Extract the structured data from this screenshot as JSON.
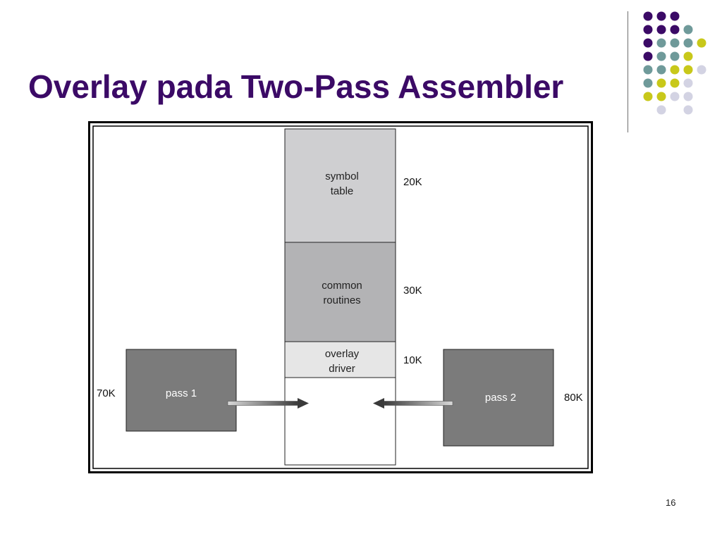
{
  "slide": {
    "title": "Overlay pada Two-Pass Assembler",
    "page_number": "16"
  },
  "colors": {
    "title": "#3b0a66",
    "dot_purple": "#3b0a66",
    "dot_teal": "#6f9a9a",
    "dot_yellow": "#c8c81a",
    "dot_lavender": "#d3d3e3",
    "symbol_table_fill": "#cfcfd1",
    "common_routines_fill": "#b3b3b5",
    "overlay_driver_fill": "#e6e6e6",
    "pass_fill": "#7b7b7b"
  },
  "diagram": {
    "memory_blocks": [
      {
        "id": "symbol-table",
        "lines": [
          "symbol",
          "table"
        ],
        "size": "20K"
      },
      {
        "id": "common-routines",
        "lines": [
          "common",
          "routines"
        ],
        "size": "30K"
      },
      {
        "id": "overlay-driver",
        "lines": [
          "overlay",
          "driver"
        ],
        "size": "10K"
      }
    ],
    "pass1": {
      "label": "pass 1",
      "size": "70K"
    },
    "pass2": {
      "label": "pass 2",
      "size": "80K"
    }
  },
  "decoration": {
    "dot_grid": [
      [
        "purple",
        "purple",
        "purple",
        "",
        ""
      ],
      [
        "purple",
        "purple",
        "purple",
        "teal",
        ""
      ],
      [
        "purple",
        "teal",
        "teal",
        "teal",
        "yellow"
      ],
      [
        "purple",
        "teal",
        "teal",
        "yellow",
        ""
      ],
      [
        "teal",
        "teal",
        "yellow",
        "yellow",
        "lavender"
      ],
      [
        "teal",
        "yellow",
        "yellow",
        "lavender",
        ""
      ],
      [
        "yellow",
        "yellow",
        "lavender",
        "lavender",
        ""
      ],
      [
        "",
        "lavender",
        "",
        "lavender",
        ""
      ]
    ]
  }
}
